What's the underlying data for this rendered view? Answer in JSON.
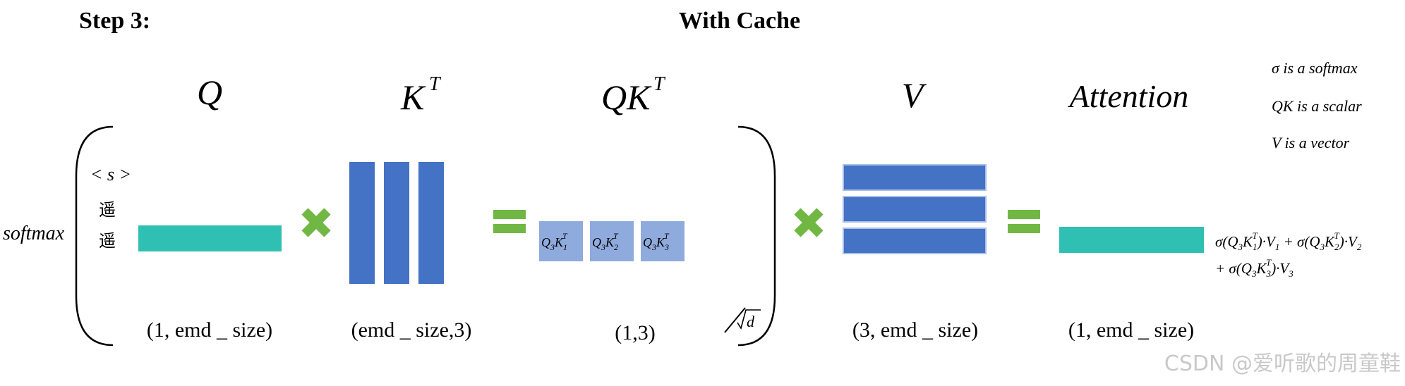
{
  "header": {
    "step_label": "Step 3:",
    "title": "With Cache"
  },
  "colors": {
    "teal": "#2fc0b3",
    "blue": "#4472c4",
    "light_blue": "#8faadc",
    "green": "#70b843"
  },
  "labels": {
    "q": "Q",
    "kt": "K",
    "kt_sup": "T",
    "qkt": "QK",
    "qkt_sup": "T",
    "v": "V",
    "attention": "Attention",
    "softmax": "softmax",
    "sqrt_d": "d"
  },
  "tokens": [
    "< s >",
    "遥",
    "遥"
  ],
  "notes": [
    "σ is a softmax",
    "QK is a scalar",
    "V is a vector"
  ],
  "shapes": {
    "q": "(1, emd _ size)",
    "kt": "(emd _ size,3)",
    "qkt": "(1,3)",
    "v": "(3, emd _ size)",
    "attention": "(1, emd _ size)"
  },
  "qk_cells": [
    {
      "q": "Q",
      "qi": "3",
      "k": "K",
      "ki": "1",
      "sup": "T"
    },
    {
      "q": "Q",
      "qi": "3",
      "k": "K",
      "ki": "2",
      "sup": "T"
    },
    {
      "q": "Q",
      "qi": "3",
      "k": "K",
      "ki": "3",
      "sup": "T"
    }
  ],
  "formula": {
    "line1_a": "σ(Q",
    "line1_b": "K",
    "line1_c": ")·V",
    "plus": "+",
    "line2_a": "+ σ(Q"
  },
  "watermark": "CSDN @爱听歌的周童鞋"
}
